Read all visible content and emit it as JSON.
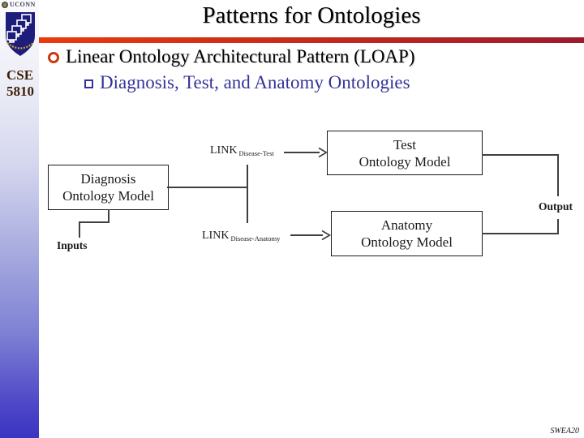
{
  "slide": {
    "title": "Patterns for Ontologies",
    "footer": "SWEA20"
  },
  "sidebar": {
    "org": "UCONN",
    "course": {
      "line1": "CSE",
      "line2": "5810"
    },
    "logo_icon": "uconn-shield-with-computer-monitors",
    "colors": {
      "gradient_top": "#fbfbfe",
      "gradient_bottom": "#3a34c2",
      "shield": "#1d1d7c",
      "band": "#d9a91f"
    }
  },
  "accent": {
    "rule_left": "#ea3b0e",
    "rule_right": "#9c1b2e"
  },
  "bullets": {
    "level1": {
      "marker": "red-ring-bullet",
      "text": "Linear Ontology Architectural Pattern (LOAP)",
      "color": "#000000"
    },
    "level2": {
      "marker": "navy-square-bullet",
      "text": "Diagnosis, Test, and Anatomy Ontologies",
      "color": "#333399"
    }
  },
  "diagram": {
    "boxes": [
      {
        "name": "diagnosis",
        "line1": "Diagnosis",
        "line2": "Ontology Model"
      },
      {
        "name": "test",
        "line1": "Test",
        "line2": "Ontology Model"
      },
      {
        "name": "anatomy",
        "line1": "Anatomy",
        "line2": "Ontology Model"
      }
    ],
    "links": [
      {
        "main": "LINK",
        "sub": "Disease-Test"
      },
      {
        "main": "LINK",
        "sub": "Disease-Anatomy"
      }
    ],
    "inputs_label": "Inputs",
    "output_label": "Output",
    "line_color": "#3f3f3f"
  }
}
